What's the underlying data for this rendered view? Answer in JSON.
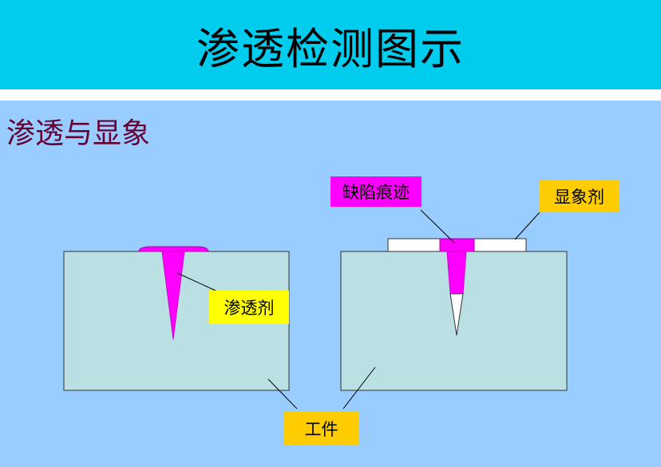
{
  "header": {
    "title": "渗透检测图示"
  },
  "section": {
    "subtitle": "渗透与显象"
  },
  "labels": {
    "penetrant": "渗透剂",
    "defect_trace": "缺陷痕迹",
    "developer": "显象剂",
    "workpiece": "工件"
  },
  "colors": {
    "header_bg": "#00ccee",
    "content_bg": "#99ccff",
    "workpiece_fill": "#bbe0e3",
    "penetrant_fill": "#ff00ff",
    "developer_fill": "#ffffff",
    "label_yellow": "#ffff00",
    "label_gold": "#ffcc00"
  }
}
